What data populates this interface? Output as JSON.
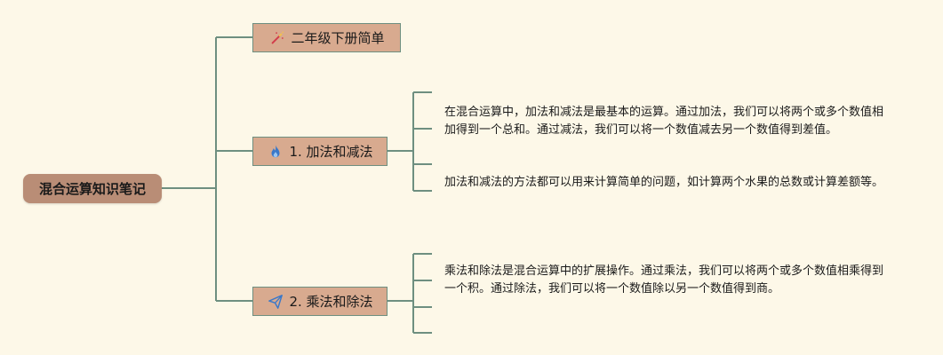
{
  "root": {
    "label": "混合运算知识笔记"
  },
  "branches": [
    {
      "label": "二年级下册简单",
      "icon": "magic-wand-icon"
    },
    {
      "label": "1. 加法和减法",
      "icon": "fire-icon"
    },
    {
      "label": "2. 乘法和除法",
      "icon": "paper-plane-icon"
    }
  ],
  "leaves": {
    "add_sub_1": "在混合运算中，加法和减法是最基本的运算。通过加法，我们可以将两个或多个数值相加得到一个总和。通过减法，我们可以将一个数值减去另一个数值得到差值。",
    "add_sub_2": "加法和减法的方法都可以用来计算简单的问题，如计算两个水果的总数或计算差额等。",
    "mul_div_1": "乘法和除法是混合运算中的扩展操作。通过乘法，我们可以将两个或多个数值相乘得到一个积。通过除法，我们可以将一个数值除以另一个数值得到商。"
  },
  "colors": {
    "background": "#fdf8e8",
    "root_fill": "#b98d76",
    "branch_fill": "#d8aa8f",
    "connector": "#6e8f80"
  }
}
